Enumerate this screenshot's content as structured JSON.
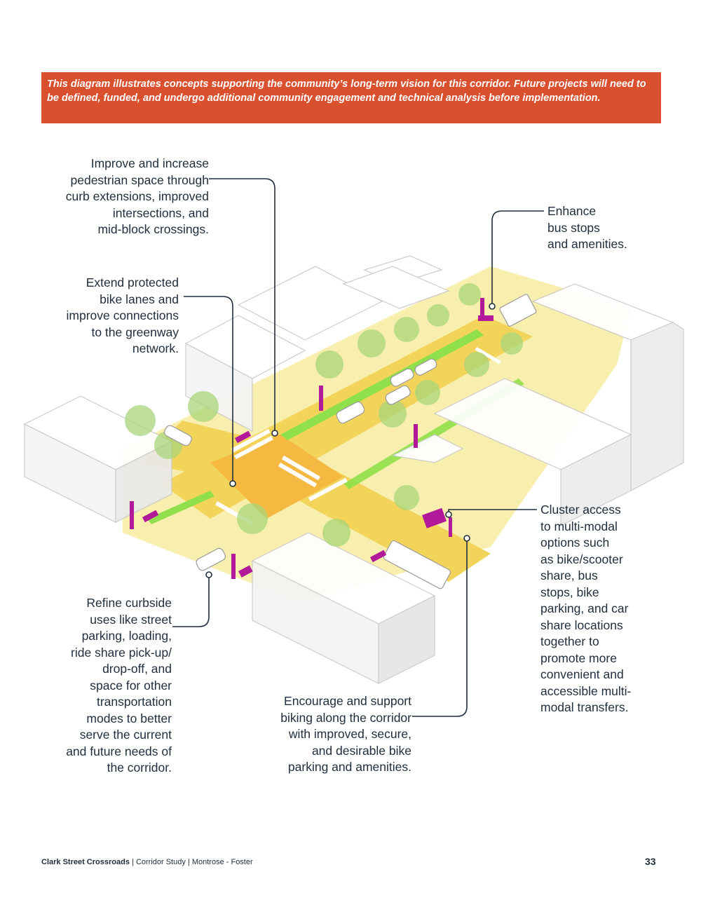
{
  "banner": {
    "text": "This diagram illustrates concepts supporting the community’s long-term vision for this corridor. Future projects will need to be defined, funded, and undergo additional community engagement and technical analysis before implementation."
  },
  "callouts": {
    "pedestrian": "Improve and increase\npedestrian space through\ncurb extensions, improved\nintersections, and\nmid-block crossings.",
    "bike_lanes": "Extend protected\nbike lanes and\nimprove connections\nto the greenway\nnetwork.",
    "bus_stops": "Enhance\nbus stops\nand amenities.",
    "multimodal": "Cluster access\nto multi-modal\noptions such\nas bike/scooter\nshare, bus\nstops, bike\nparking, and car\nshare locations\ntogether to\npromote more\nconvenient and\naccessible multi-\nmodal transfers.",
    "curbside": "Refine curbside\nuses like street\nparking, loading,\nride share pick-up/\ndrop-off, and\nspace for other\ntransportation\nmodes to better\nserve the current\nand future needs of\nthe corridor.",
    "biking": "Encourage and support\nbiking along the corridor\nwith improved, secure,\nand desirable bike\nparking and amenities."
  },
  "footer": {
    "title": "Clark Street Crossroads",
    "sep1": " | ",
    "study": "Corridor Study",
    "sep2": " | ",
    "location": "Montrose - Foster",
    "page_number": "33"
  },
  "colors": {
    "banner_bg": "#d9502f",
    "leader_line": "#1f2d3d",
    "road": "#f2d45a",
    "intersection": "#f5b942",
    "bike_lane": "#8fe04a",
    "sidewalk": "#f7eb9f",
    "tree": "#a9d67a",
    "amenity": "#b2189a",
    "building": "#ffffff"
  }
}
